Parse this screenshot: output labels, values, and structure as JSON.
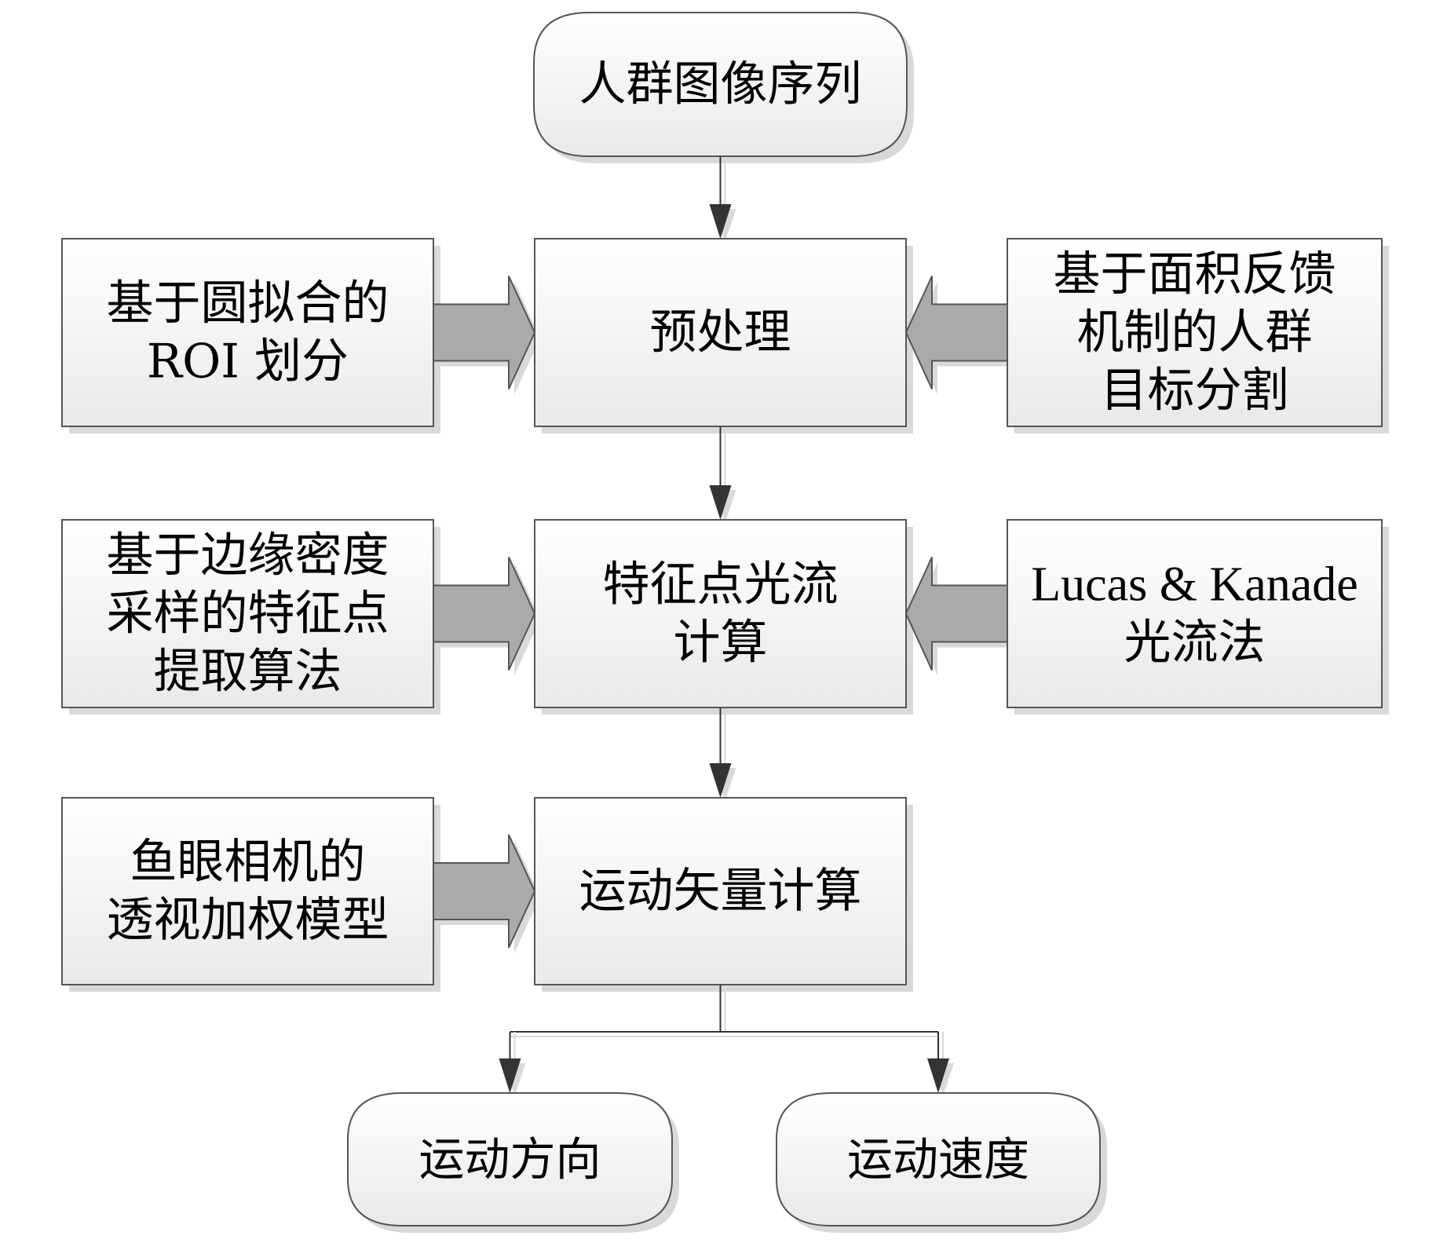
{
  "diagram": {
    "type": "flowchart",
    "nodes": {
      "input": {
        "shape": "terminal",
        "lines": [
          "人群图像序列"
        ]
      },
      "preprocess": {
        "shape": "process",
        "lines": [
          "预处理"
        ]
      },
      "optical_flow": {
        "shape": "process",
        "lines": [
          "特征点光流",
          "计算"
        ]
      },
      "motion_vector": {
        "shape": "process",
        "lines": [
          "运动矢量计算"
        ]
      },
      "roi": {
        "shape": "process",
        "lines": [
          "基于圆拟合的",
          "ROI 划分"
        ]
      },
      "segmentation": {
        "shape": "process",
        "lines": [
          "基于面积反馈",
          "机制的人群",
          "目标分割"
        ]
      },
      "feature_extract": {
        "shape": "process",
        "lines": [
          "基于边缘密度",
          "采样的特征点",
          "提取算法"
        ]
      },
      "lucas_kanade": {
        "shape": "process",
        "lines": [
          "Lucas & Kanade",
          "光流法"
        ]
      },
      "fisheye": {
        "shape": "process",
        "lines": [
          "鱼眼相机的",
          "透视加权模型"
        ]
      },
      "direction": {
        "shape": "terminal",
        "lines": [
          "运动方向"
        ]
      },
      "speed": {
        "shape": "terminal",
        "lines": [
          "运动速度"
        ]
      }
    },
    "flow_edges": [
      {
        "from": "input",
        "to": "preprocess"
      },
      {
        "from": "preprocess",
        "to": "optical_flow"
      },
      {
        "from": "optical_flow",
        "to": "motion_vector"
      },
      {
        "from": "motion_vector",
        "to": "direction"
      },
      {
        "from": "motion_vector",
        "to": "speed"
      }
    ],
    "block_arrows": [
      {
        "from": "roi",
        "to": "preprocess"
      },
      {
        "from": "segmentation",
        "to": "preprocess"
      },
      {
        "from": "feature_extract",
        "to": "optical_flow"
      },
      {
        "from": "lucas_kanade",
        "to": "optical_flow"
      },
      {
        "from": "fisheye",
        "to": "motion_vector"
      }
    ],
    "colors": {
      "border": "#555555",
      "box_fill_top": "#ffffff",
      "box_fill_bottom": "#e9e9e9",
      "shadow": "#d9d9d9",
      "block_arrow_fill": "#aaaaaa",
      "connector": "#333333",
      "text": "#000000"
    }
  }
}
